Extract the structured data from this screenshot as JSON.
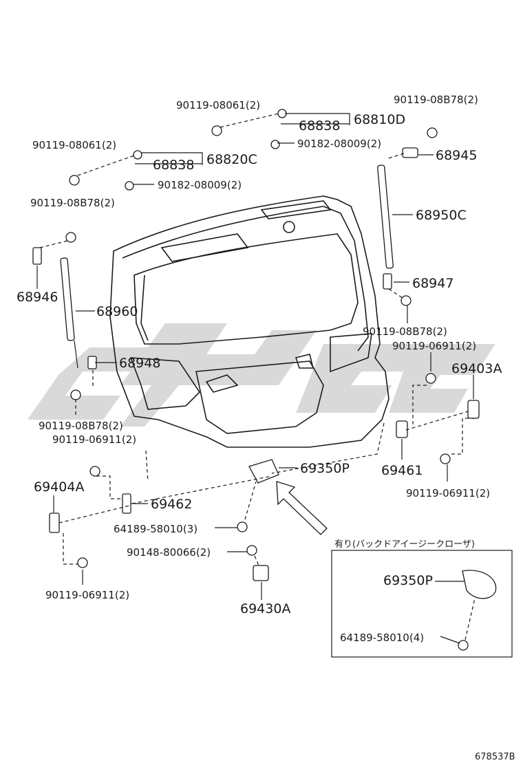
{
  "watermark": "ckg",
  "labels": {
    "l_90119_08061_top": "90119-08061(2)",
    "l_68838_top": "68838",
    "l_68810D": "68810D",
    "l_90182_08009_top": "90182-08009(2)",
    "l_90119_08B78_topright": "90119-08B78(2)",
    "l_68945": "68945",
    "l_90119_08061_left": "90119-08061(2)",
    "l_68838_left": "68838",
    "l_68820C": "68820C",
    "l_90182_08009_left": "90182-08009(2)",
    "l_90119_08B78_left": "90119-08B78(2)",
    "l_68950C": "68950C",
    "l_68946": "68946",
    "l_68947": "68947",
    "l_68960": "68960",
    "l_90119_08B78_right": "90119-08B78(2)",
    "l_90119_06911_right": "90119-06911(2)",
    "l_68948": "68948",
    "l_69403A": "69403A",
    "l_90119_08B78_bl": "90119-08B78(2)",
    "l_90119_06911_left": "90119-06911(2)",
    "l_69350P": "69350P",
    "l_69461": "69461",
    "l_69404A": "69404A",
    "l_69462": "69462",
    "l_90119_06911_br": "90119-06911(2)",
    "l_64189_58010_3": "64189-58010(3)",
    "l_option_title": "有り(バックドアイージークローザ)",
    "l_90148_80066": "90148-80066(2)",
    "l_69350P_box": "69350P",
    "l_69430A": "69430A",
    "l_90119_06911_bottom": "90119-06911(2)",
    "l_64189_58010_4": "64189-58010(4)",
    "l_ref": "678537B"
  }
}
